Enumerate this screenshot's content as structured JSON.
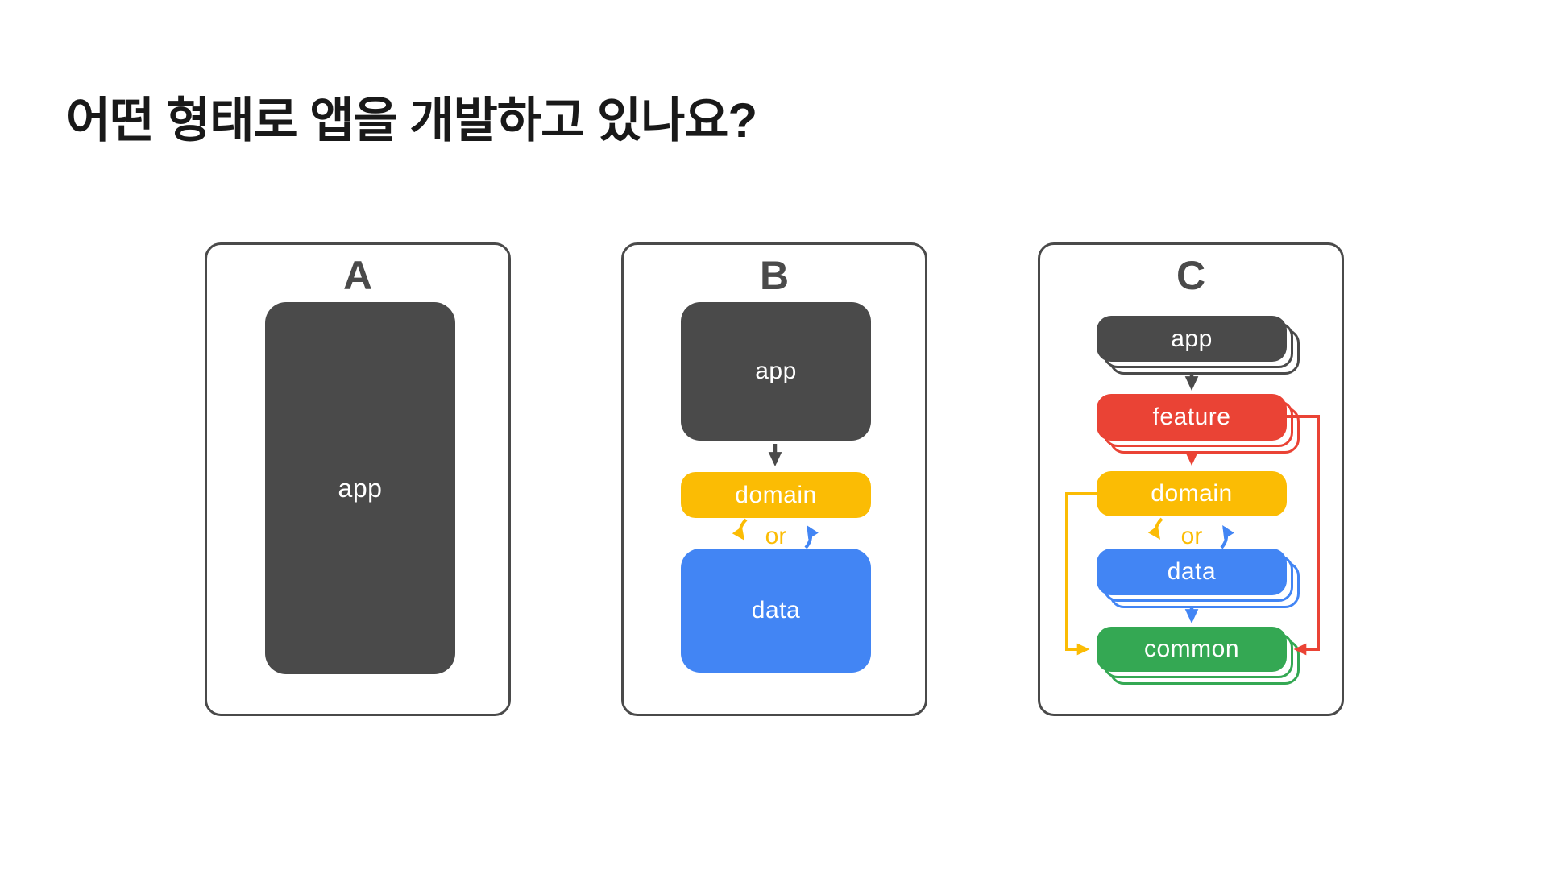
{
  "slide": {
    "title": "어떤 형태로 앱을 개발하고 있나요?"
  },
  "colors": {
    "dark": "#4A4A4A",
    "red": "#EA4335",
    "yellow": "#FBBC04",
    "blue": "#4285F4",
    "green": "#34A853",
    "panel_border": "#4A4A4A",
    "background": "#FFFFFF",
    "block_text": "#FFFFFF"
  },
  "panels": [
    {
      "label": "A",
      "blocks": [
        {
          "label": "app",
          "color": "#4A4A4A"
        }
      ]
    },
    {
      "label": "B",
      "or_label": "or",
      "blocks": [
        {
          "label": "app",
          "color": "#4A4A4A"
        },
        {
          "label": "domain",
          "color": "#FBBC04"
        },
        {
          "label": "data",
          "color": "#4285F4"
        }
      ]
    },
    {
      "label": "C",
      "or_label": "or",
      "blocks": [
        {
          "label": "app",
          "color": "#4A4A4A",
          "stacked": true
        },
        {
          "label": "feature",
          "color": "#EA4335",
          "stacked": true
        },
        {
          "label": "domain",
          "color": "#FBBC04",
          "stacked": false
        },
        {
          "label": "data",
          "color": "#4285F4",
          "stacked": true
        },
        {
          "label": "common",
          "color": "#34A853",
          "stacked": true
        }
      ]
    }
  ]
}
